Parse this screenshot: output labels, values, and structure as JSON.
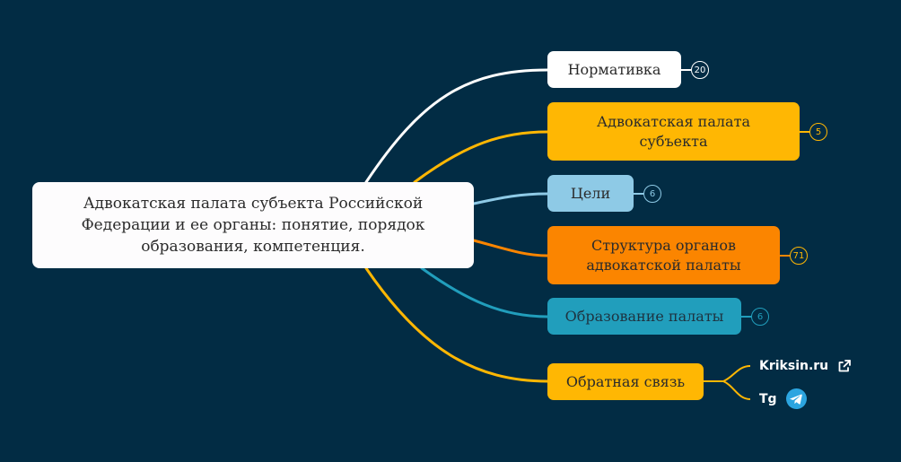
{
  "root": {
    "label_line1": "Адвокатская палата субъекта Российской",
    "label_line2": "Федерации и ее органы: понятие, порядок",
    "label_line3": "образования, компетенция."
  },
  "branches": [
    {
      "id": "normativka",
      "label": "Нормативка",
      "count": "20",
      "color": "#ffffff",
      "badge_color": "#ffffff"
    },
    {
      "id": "palata-subekta",
      "label_line1": "Адвокатская палата",
      "label_line2": "субъекта",
      "count": "5",
      "color": "#ffb703",
      "badge_color": "#ffb703"
    },
    {
      "id": "celi",
      "label": "Цели",
      "count": "6",
      "color": "#8ecae6",
      "badge_color": "#8ecae6"
    },
    {
      "id": "struktura",
      "label_line1": "Структура органов",
      "label_line2": "адвокатской палаты",
      "count": "71",
      "color": "#fb8500",
      "badge_color": "#ffb703"
    },
    {
      "id": "obrazovanie",
      "label": "Образование палаты",
      "count": "6",
      "color": "#219ebc",
      "badge_color": "#219ebc"
    },
    {
      "id": "obratnaya-svyaz",
      "label": "Обратная связь",
      "color": "#ffb703"
    }
  ],
  "feedback_links": [
    {
      "label": "Kriksin.ru",
      "icon": "external-link-icon"
    },
    {
      "label": "Tg",
      "icon": "telegram-icon"
    }
  ],
  "colors": {
    "background": "#022c44",
    "root": "#fdfcfd",
    "white": "#ffffff",
    "yellow": "#ffb703",
    "light_blue": "#8ecae6",
    "orange": "#fb8500",
    "teal": "#219ebc",
    "telegram": "#2ca5e0"
  }
}
